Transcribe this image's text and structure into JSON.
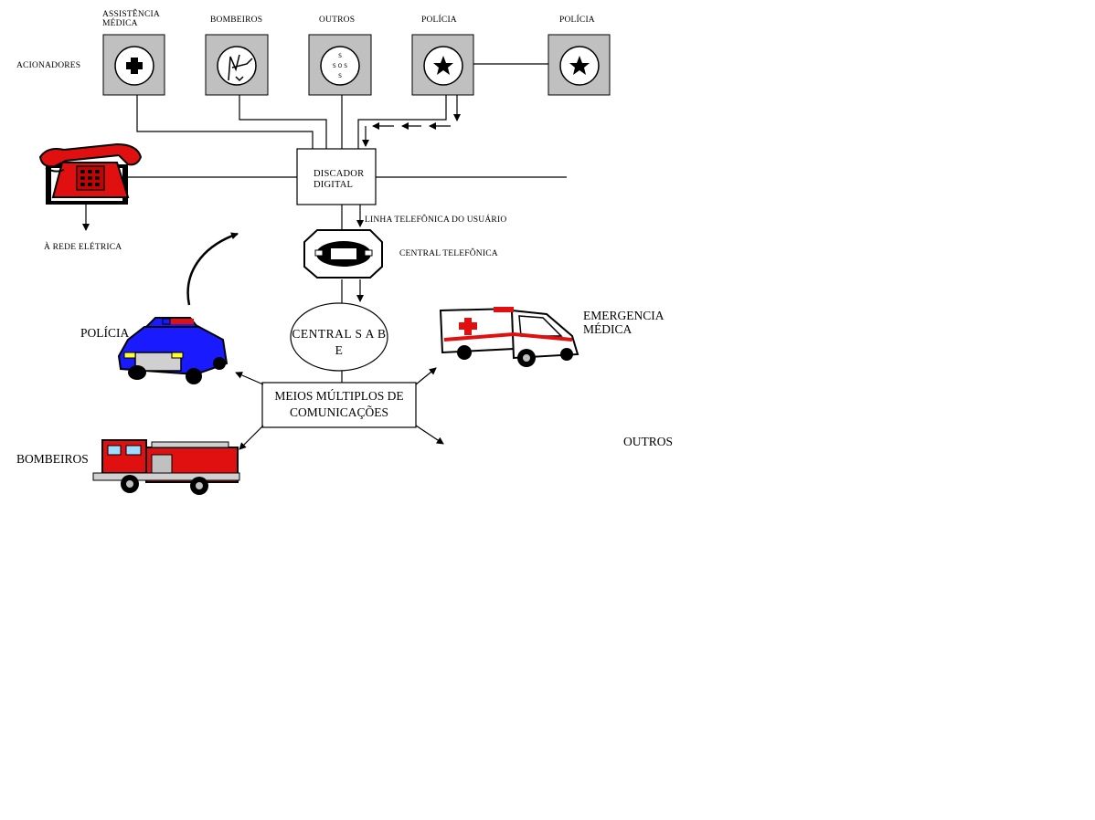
{
  "triggers_label": "ACIONADORES",
  "buttons": [
    {
      "label": "ASSISTÊNCIA\nMÉDICA",
      "icon": "medical-cross-icon"
    },
    {
      "label": "BOMBEIROS",
      "icon": "fire-hydrant-icon"
    },
    {
      "label": "OUTROS",
      "icon": "sos-icon",
      "icon_text": "S\nS O S\nS"
    },
    {
      "label": "POLÍCIA",
      "icon": "police-star-icon"
    },
    {
      "label": "POLÍCIA",
      "icon": "police-star-icon"
    }
  ],
  "dialer": "DISCADOR\nDIGITAL",
  "telephone_icon": "telephone-icon",
  "power_grid": "À REDE ELÉTRICA",
  "user_line": "LINHA TELEFÔNICA DO USUÁRIO",
  "exchange": "CENTRAL TELEFÔNICA",
  "central": "CENTRAL\nS A B E",
  "comms": "MEIOS MÚLTIPLOS\nDE COMUNICAÇÕES",
  "destinations": {
    "police": "POLÍCIA",
    "medical": "EMERGENCIA\nMÉDICA",
    "fire": "BOMBEIROS",
    "others": "OUTROS"
  },
  "vehicles": [
    "police-car-icon",
    "ambulance-icon",
    "fire-truck-icon"
  ],
  "colors": {
    "button_gray": "#c0c0c0",
    "police_blue": "#1a1aff",
    "fire_red": "#e01010",
    "ambulance_red": "#e01010"
  }
}
